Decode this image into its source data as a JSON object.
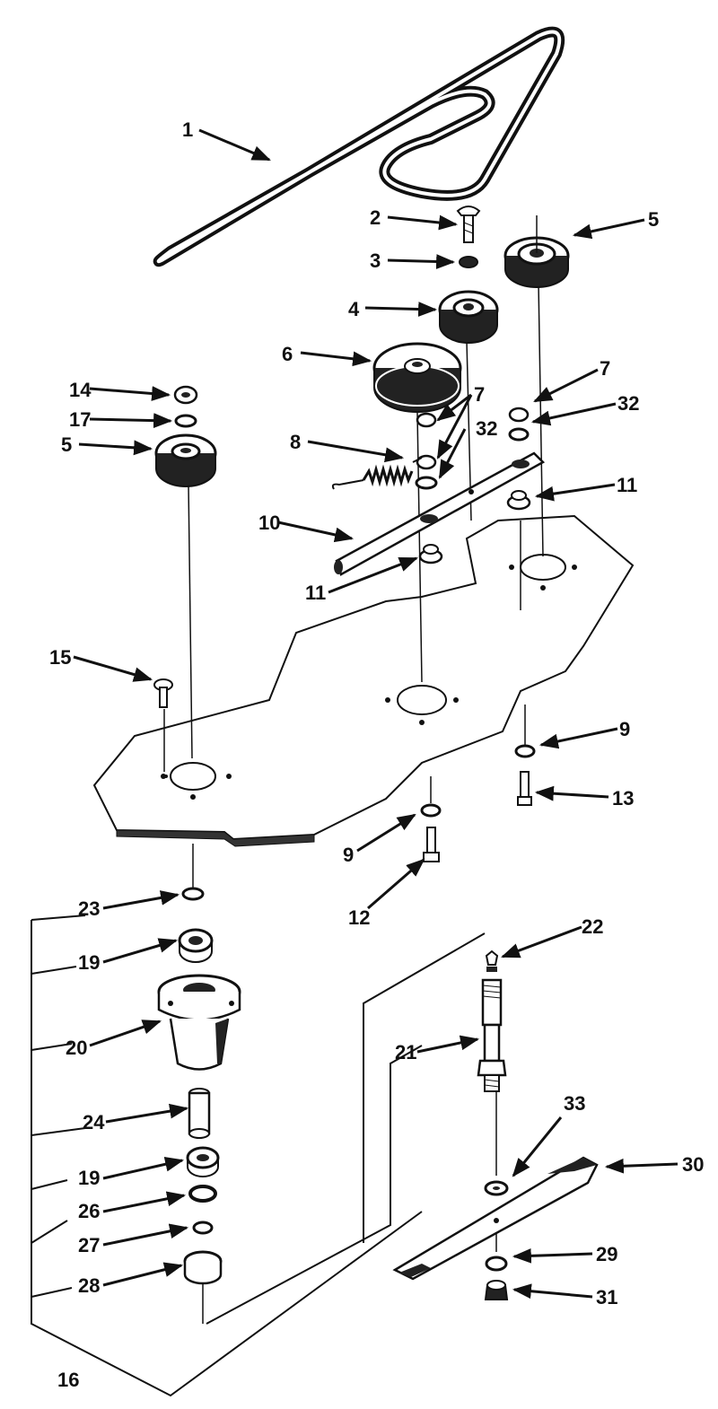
{
  "callouts": {
    "c1": "1",
    "c2": "2",
    "c3": "3",
    "c4": "4",
    "c5a": "5",
    "c5b": "5",
    "c6": "6",
    "c7a": "7",
    "c7b": "7",
    "c8": "8",
    "c9a": "9",
    "c9b": "9",
    "c10": "10",
    "c11a": "11",
    "c11b": "11",
    "c12": "12",
    "c13": "13",
    "c14": "14",
    "c15": "15",
    "c16": "16",
    "c17": "17",
    "c19a": "19",
    "c19b": "19",
    "c20": "20",
    "c21": "21",
    "c22": "22",
    "c23": "23",
    "c24": "24",
    "c26": "26",
    "c27": "27",
    "c28": "28",
    "c29": "29",
    "c30": "30",
    "c31": "31",
    "c32a": "32",
    "c32b": "32",
    "c33": "33"
  }
}
